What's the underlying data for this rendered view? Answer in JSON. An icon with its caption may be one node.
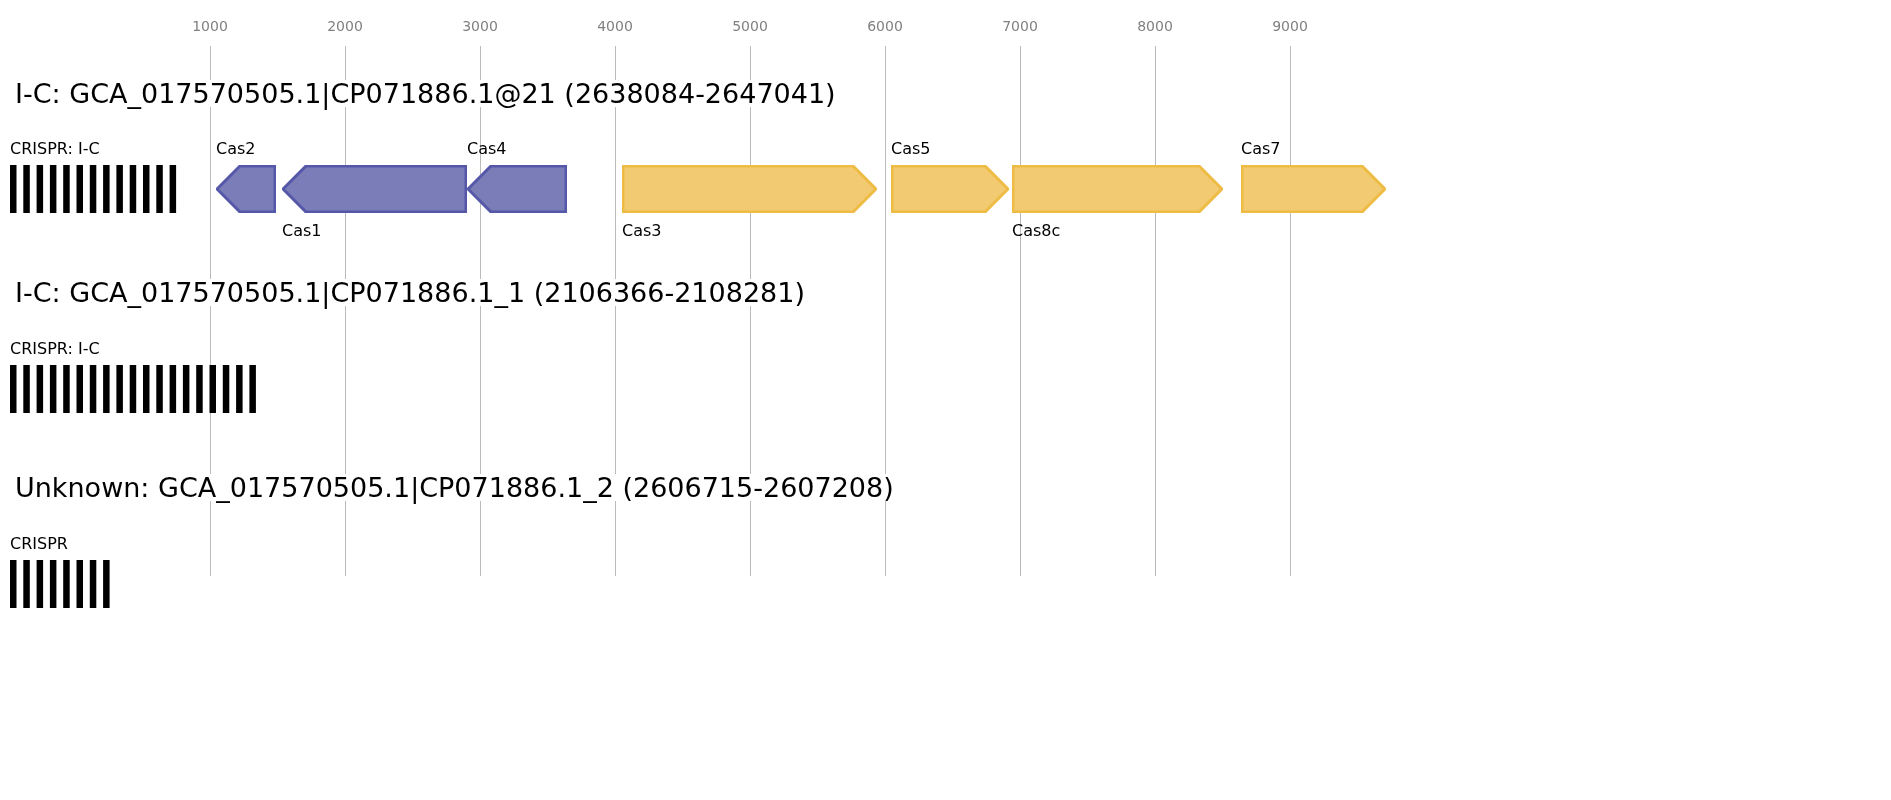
{
  "diagram": {
    "nodes": [
      {
        "text": [
          "CRISPR: I-C"
        ]
      },
      {
        "text": [
          "Cas2"
        ]
      },
      {
        "text": [
          "Cas1"
        ]
      },
      {
        "text": [
          "Cas4"
        ]
      },
      {
        "text": [
          "Cas3"
        ]
      },
      {
        "text": [
          "Cas5"
        ]
      },
      {
        "text": [
          "Cas8c"
        ]
      },
      {
        "text": [
          "Cas7"
        ]
      },
      {
        "text": [
          "CRISPR: I-C"
        ]
      },
      {
        "text": [
          "CRISPR"
        ]
      }
    ],
    "labels": [
      "1000",
      "2000",
      "3000",
      "4000",
      "5000",
      "6000",
      "7000",
      "8000",
      "9000",
      "I-C: GCA_017570505.1|CP071886.1@21 (2638084-2647041)",
      "I-C: GCA_017570505.1|CP071886.1_1 (2106366-2108281)",
      "Unknown: GCA_017570505.1|CP071886.1_2 (2606715-2607208)"
    ]
  }
}
